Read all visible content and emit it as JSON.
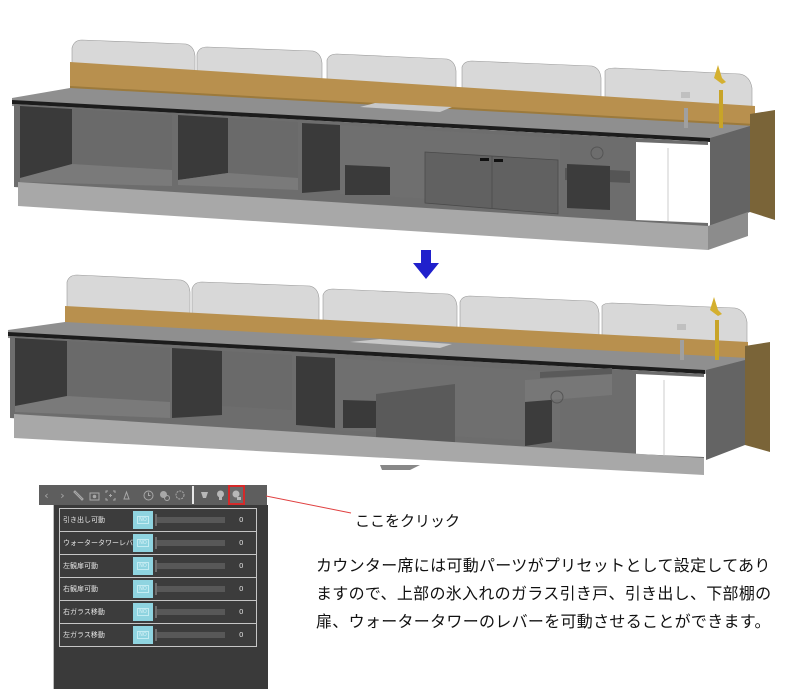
{
  "figure": {
    "before_image_alt": "カウンター席 3D model - closed state",
    "after_image_alt": "カウンター席 3D model - parts moved state",
    "arrow_color": "#2020cc"
  },
  "panel": {
    "toolbar": {
      "icons": [
        "chevron-left",
        "chevron-right",
        "wrench",
        "camera",
        "focus",
        "pin",
        "clock",
        "zoom-clock",
        "rotate-clock",
        "lighting-a",
        "lighting-b",
        "movable-parts"
      ],
      "highlighted_icon": "movable-parts",
      "highlight_color": "#d42a2a"
    },
    "rows": [
      {
        "label": "引き出し可動",
        "toggle": "NO",
        "value": "0"
      },
      {
        "label": "ウォータータワーレバー可動",
        "toggle": "NO",
        "value": "0"
      },
      {
        "label": "左観扉可動",
        "toggle": "NO",
        "value": "0"
      },
      {
        "label": "右観扉可動",
        "toggle": "NO",
        "value": "0"
      },
      {
        "label": "右ガラス移動",
        "toggle": "NO",
        "value": "0"
      },
      {
        "label": "左ガラス移動",
        "toggle": "NO",
        "value": "0"
      }
    ]
  },
  "callout": {
    "text": "ここをクリック",
    "line_color": "#e04040"
  },
  "description": "カウンター席には可動パーツがプリセットとして設定してありますので、上部の氷入れのガラス引き戸、引き出し、下部棚の扉、ウォータータワーのレバーを可動させることができます。"
}
